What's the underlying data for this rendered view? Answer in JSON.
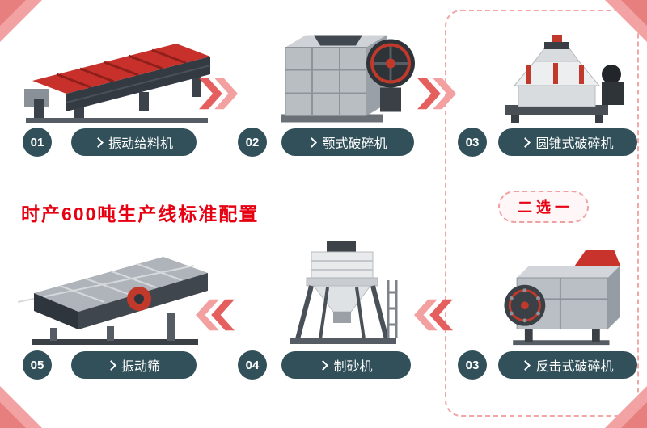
{
  "frame": {
    "title": "时产600吨生产线标准配置",
    "choose_one": "二选一"
  },
  "stations": {
    "feeder": {
      "num": "01",
      "label": "振动给料机"
    },
    "jaw": {
      "num": "02",
      "label": "颚式破碎机"
    },
    "cone": {
      "num": "03",
      "label": "圆锥式破碎机"
    },
    "impact": {
      "num": "03",
      "label": "反击式破碎机"
    },
    "sand": {
      "num": "04",
      "label": "制砂机"
    },
    "screen": {
      "num": "05",
      "label": "振动筛"
    }
  },
  "icons": {
    "label_chevron": "chevron-right-icon",
    "flow_arrow": "double-chevron-arrow"
  },
  "colors": {
    "badge_teal": "#31505a",
    "title_red": "#e60012",
    "machine_red": "#c8342c",
    "dashed_border_pink": "#f2a6a6",
    "arrow_dark": "#e55f5f",
    "arrow_light": "#f2a0a0",
    "corner_pink_light": "#f2a2a2",
    "corner_pink_dark": "#e87f7f"
  }
}
